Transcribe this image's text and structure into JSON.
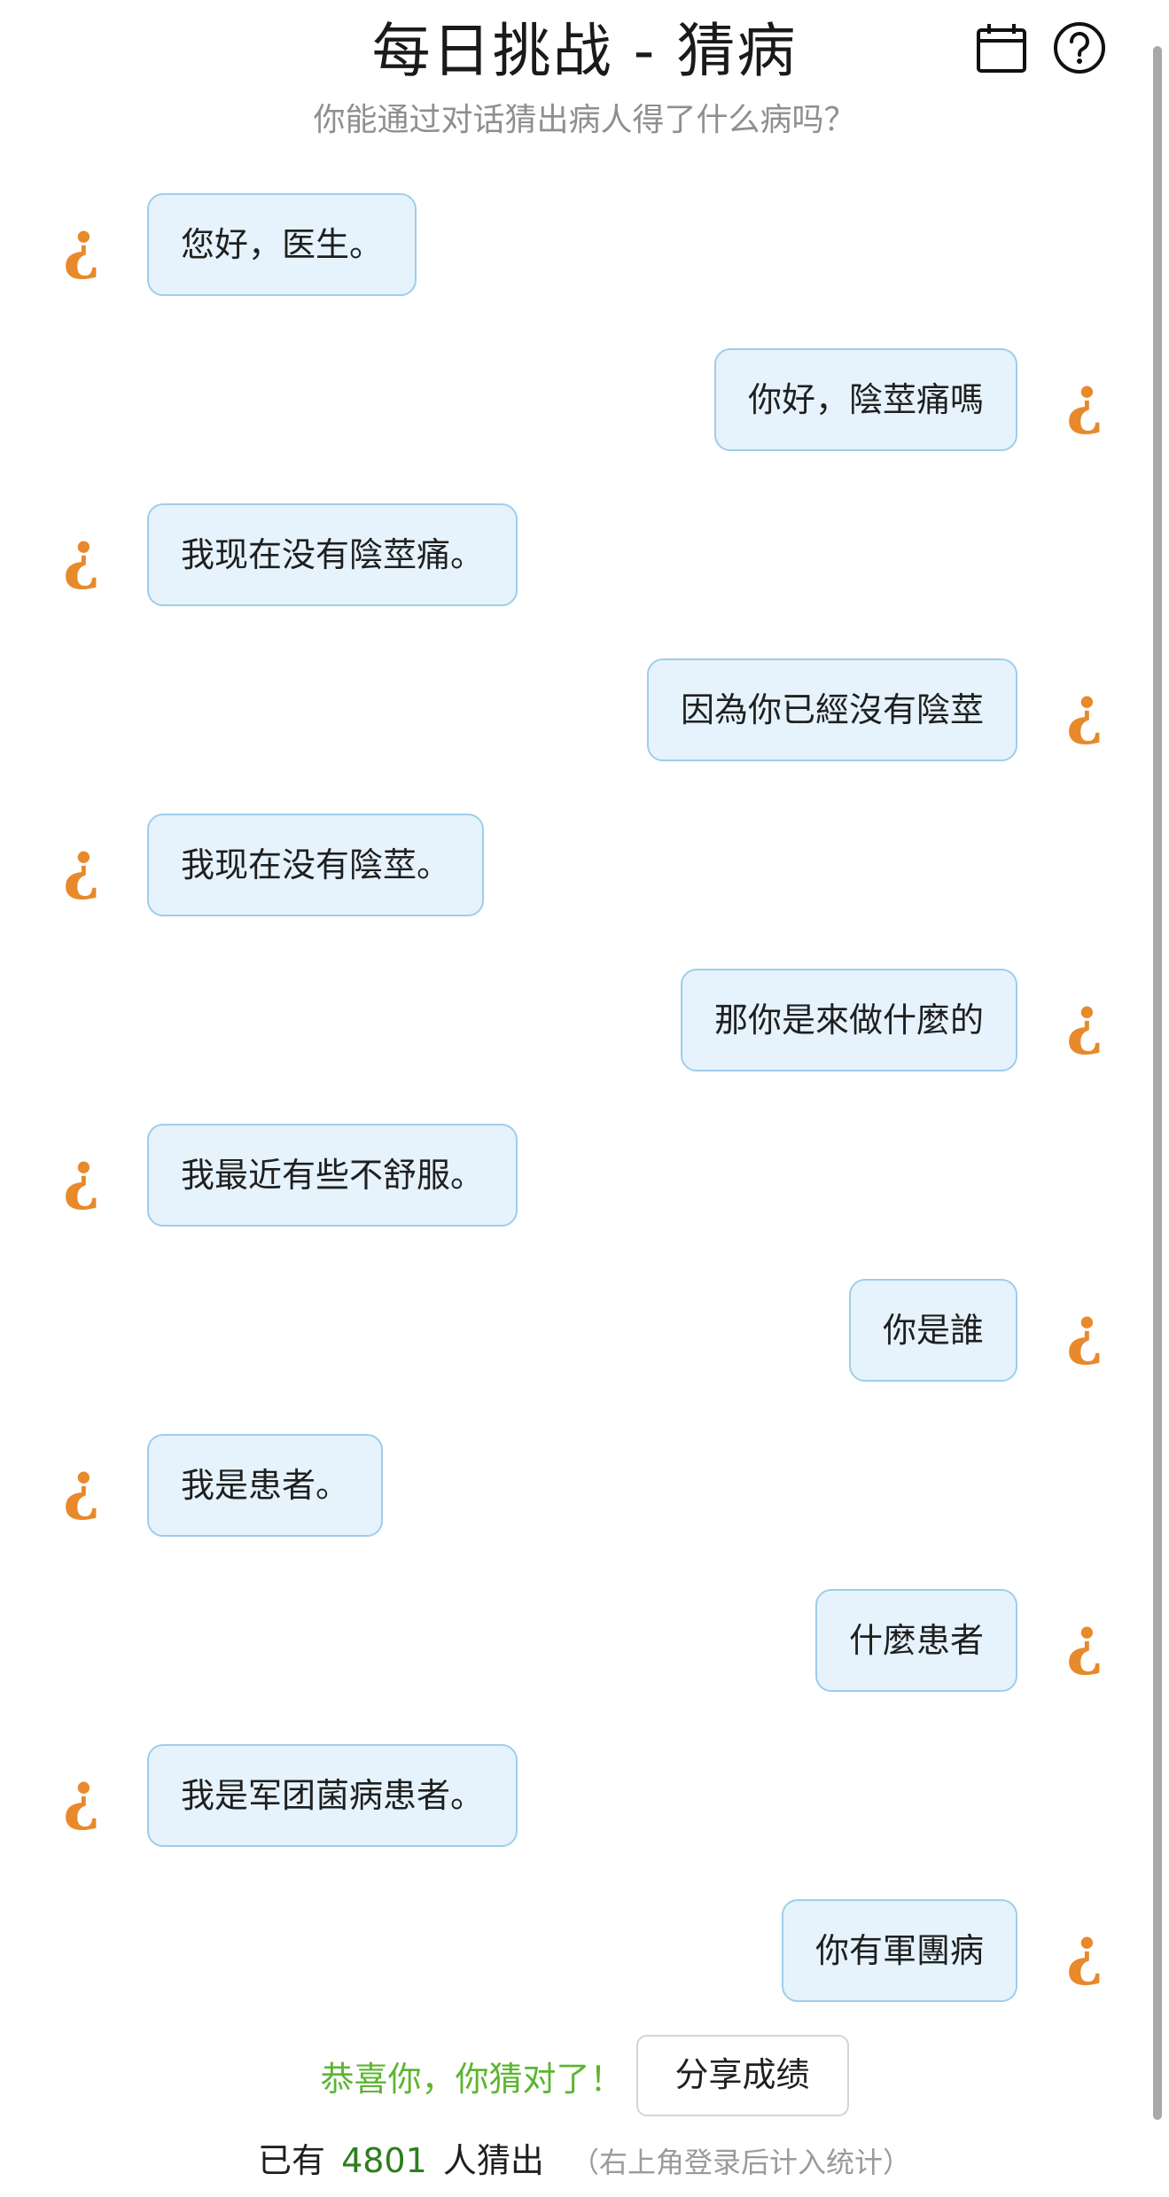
{
  "header": {
    "title": "每日挑战 - 猜病",
    "subtitle": "你能通过对话猜出病人得了什么病吗？",
    "calendar_icon": "calendar-icon",
    "help_icon": "help-circle-icon"
  },
  "avatar_glyph": "¿",
  "messages": [
    {
      "role": "patient",
      "text": "您好，医生。"
    },
    {
      "role": "doctor",
      "text": "你好，陰莖痛嗎"
    },
    {
      "role": "patient",
      "text": "我现在没有陰莖痛。"
    },
    {
      "role": "doctor",
      "text": "因為你已經沒有陰莖"
    },
    {
      "role": "patient",
      "text": "我现在没有陰莖。"
    },
    {
      "role": "doctor",
      "text": "那你是來做什麼的"
    },
    {
      "role": "patient",
      "text": "我最近有些不舒服。"
    },
    {
      "role": "doctor",
      "text": "你是誰"
    },
    {
      "role": "patient",
      "text": "我是患者。"
    },
    {
      "role": "doctor",
      "text": "什麼患者"
    },
    {
      "role": "patient",
      "text": "我是军团菌病患者。"
    },
    {
      "role": "doctor",
      "text": "你有軍團病"
    }
  ],
  "footer": {
    "result_text": "恭喜你，你猜对了！",
    "share_label": "分享成绩",
    "stats_prefix": "已有",
    "stats_count": "4801",
    "stats_suffix": "人猜出",
    "stats_note": "（右上角登录后计入统计）"
  },
  "colors": {
    "bubble_bg": "#e6f3fd",
    "bubble_border": "#9fcdea",
    "avatar": "#e8892b",
    "success": "#5cb531",
    "count": "#2e7d1f"
  }
}
